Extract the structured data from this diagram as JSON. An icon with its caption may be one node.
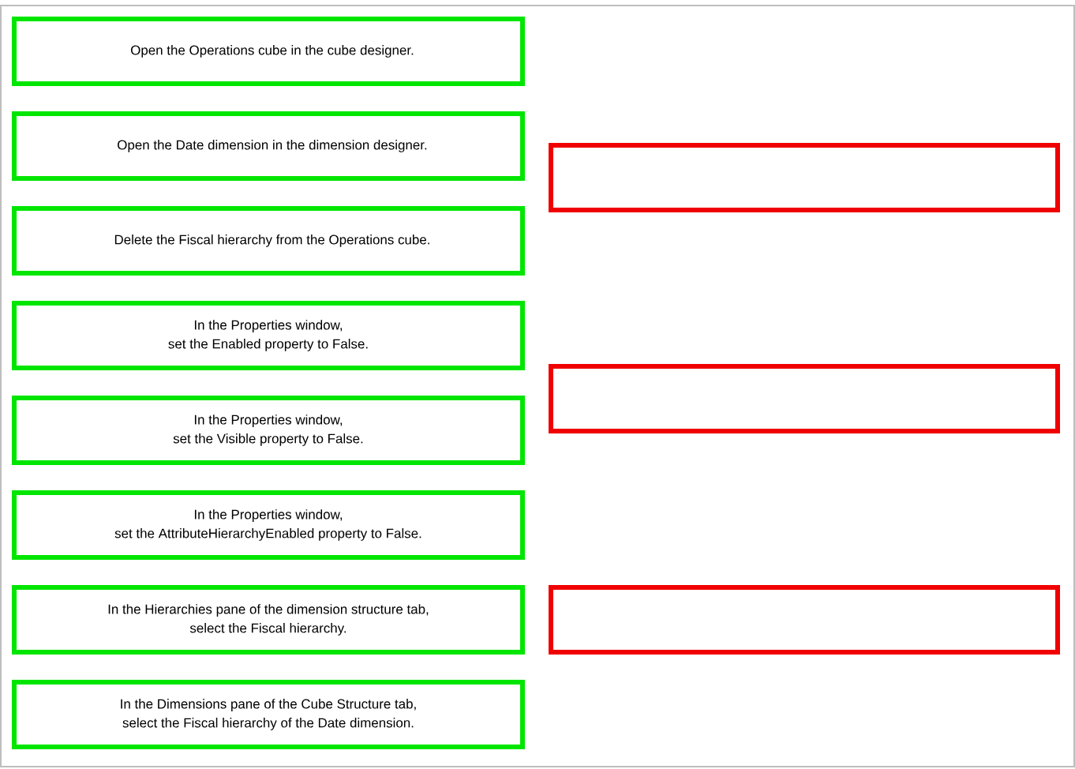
{
  "diagram": {
    "nodes": [
      {
        "text": [
          "Open the Operations cube in the cube designer."
        ]
      },
      {
        "text": [
          "Open the Date dimension in the dimension designer."
        ]
      },
      {
        "text": [
          "Delete the Fiscal hierarchy from the Operations cube."
        ]
      },
      {
        "text": [
          "In the Properties window, set the Enabled property to False."
        ]
      },
      {
        "text": [
          "In the Properties window, set the Visible property to False."
        ]
      },
      {
        "text": [
          "In the Properties window, set the AttributeHierarchyEnabled property to False."
        ]
      },
      {
        "text": [
          "In the Hierarchies pane of the dimension structure tab, select the Fiscal hierarchy."
        ]
      },
      {
        "text": [
          "In the Dimensions pane of the Cube Structure tab, select the Fiscal hierarchy of the Date dimension."
        ]
      },
      {
        "text": [],
        "shape": "box"
      },
      {
        "text": [],
        "shape": "box"
      },
      {
        "text": [],
        "shape": "box"
      }
    ]
  }
}
